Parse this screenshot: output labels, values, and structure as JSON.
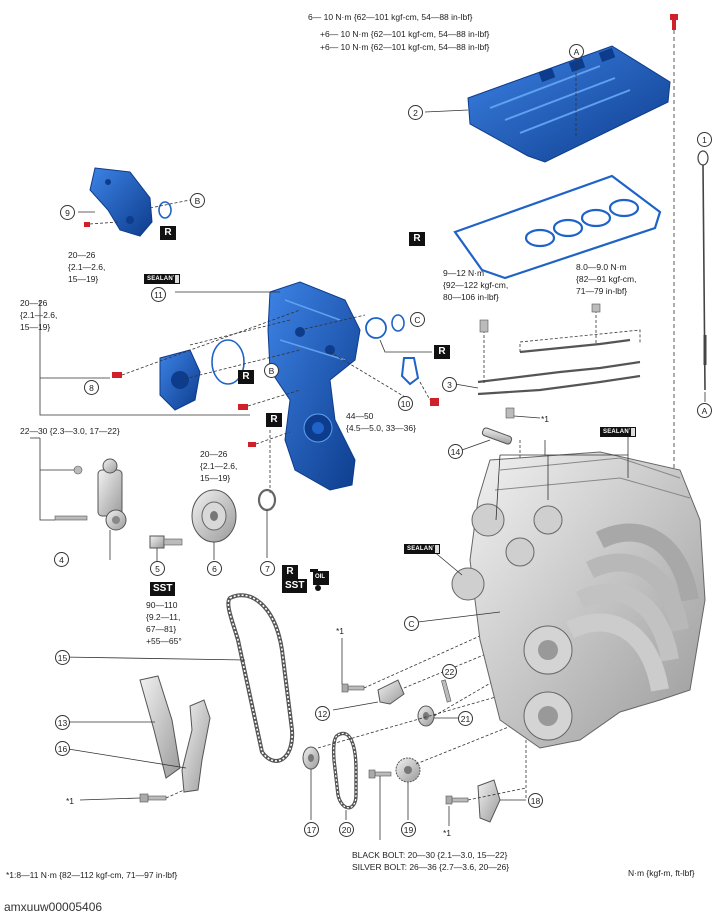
{
  "torque_top": [
    "6— 10 N·m {62—101 kgf-cm, 54—88 in-lbf}",
    "+6— 10 N·m {62—101 kgf-cm, 54—88 in-lbf}",
    "+6— 10 N·m {62—101 kgf-cm, 54—88 in-lbf}"
  ],
  "torque_9": [
    "20—26",
    "{2.1—2.6,",
    "15—19}"
  ],
  "torque_8": [
    "20—26",
    "{2.1—2.6,",
    "15—19}"
  ],
  "torque_4": "22—30 {2.3—3.0, 17—22}",
  "torque_r": [
    "20—26",
    "{2.1—2.6,",
    "15—19}"
  ],
  "torque_10": [
    "44—50",
    "{4.5—5.0, 33—36}"
  ],
  "torque_3a": [
    "9—12 N·m",
    "{92—122 kgf-cm,",
    "80—106 in-lbf}"
  ],
  "torque_3b": [
    "8.0—9.0 N·m",
    "{82—91 kgf-cm,",
    "71—79 in-lbf}"
  ],
  "torque_5": [
    "90—110",
    "{9.2—11,",
    "67—81}",
    "+55—65°"
  ],
  "bolt_black": "BLACK BOLT: 20—30 {2.1—3.0, 15—22}",
  "bolt_silver": "SILVER BOLT: 26—36 {2.7—3.6, 20—26}",
  "footnote": "*1:8—11 N·m {82—112 kgf-cm, 71—97 in-lbf}",
  "units": "N·m {kgf-m, ft-lbf}",
  "image_id": "amxuuw00005406",
  "star1": "*1",
  "badges": {
    "r": "R",
    "sst": "SST",
    "sealant": "SEALANT",
    "oil": "OIL"
  },
  "callouts": {
    "n1": "1",
    "n2": "2",
    "n3": "3",
    "n4": "4",
    "n5": "5",
    "n6": "6",
    "n7": "7",
    "n8": "8",
    "n9": "9",
    "n10": "10",
    "n11": "11",
    "n12": "12",
    "n13": "13",
    "n14": "14",
    "n15": "15",
    "n16": "16",
    "n17": "17",
    "n18": "18",
    "n19": "19",
    "n20": "20",
    "n21": "21",
    "n22": "22",
    "a": "A",
    "b": "B",
    "c": "C"
  },
  "colors": {
    "part_blue": "#1f63c9",
    "part_blue_dark": "#0d3c8c",
    "line": "#333333"
  }
}
